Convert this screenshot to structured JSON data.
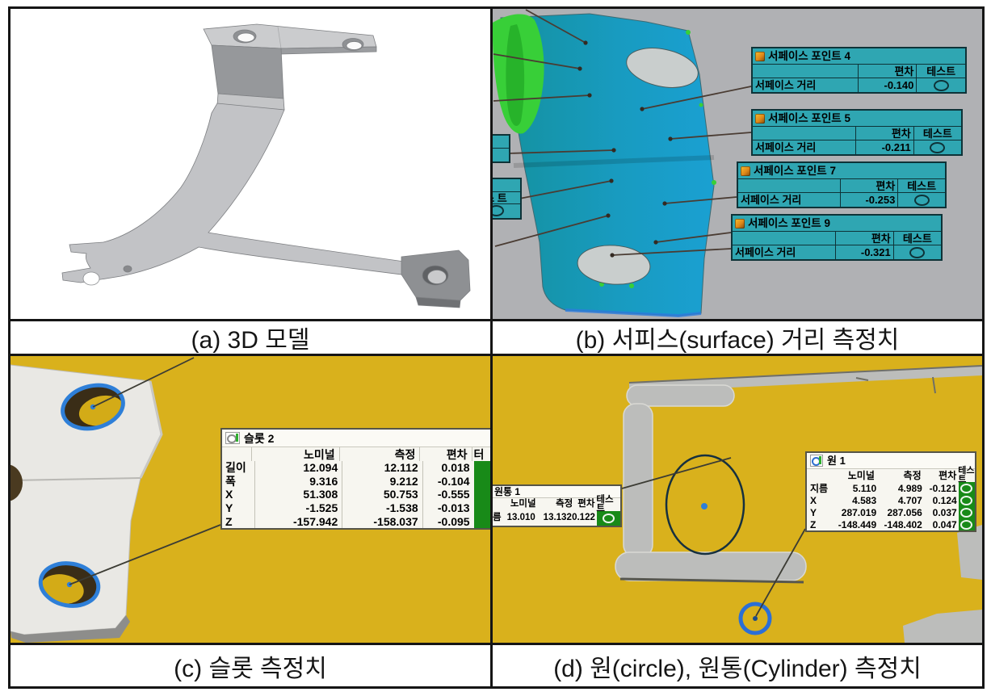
{
  "figure": {
    "captions": {
      "a": "(a) 3D 모델",
      "b": "(b) 서피스(surface) 거리 측정치",
      "c": "(c) 슬롯 측정치",
      "d": "(d) 원(circle), 원통(Cylinder) 측정치"
    }
  },
  "panel_b": {
    "callouts": [
      {
        "title": "서페이스 포인트 4",
        "col_deviation": "편차",
        "col_test": "테스트",
        "row_label": "서페이스 거리",
        "value": "-0.140",
        "test_symbol": "○"
      },
      {
        "title": "서페이스 포인트 5",
        "col_deviation": "편차",
        "col_test": "테스트",
        "row_label": "서페이스 거리",
        "value": "-0.211",
        "test_symbol": "○"
      },
      {
        "title": "서페이스 포인트 7",
        "col_deviation": "편차",
        "col_test": "테스트",
        "row_label": "서페이스 거리",
        "value": "-0.253",
        "test_symbol": "○"
      },
      {
        "title": "서페이스 포인트 9",
        "col_deviation": "편차",
        "col_test": "테스트",
        "row_label": "서페이스 거리",
        "value": "-0.321",
        "test_symbol": "○"
      }
    ],
    "partial_callouts": [
      {
        "fragment": "트"
      },
      {
        "fragment": "스 트"
      }
    ]
  },
  "panel_c": {
    "table": {
      "title": "슬롯 2",
      "col_nominal": "노미널",
      "col_measured": "측정",
      "col_deviation": "편차",
      "col_test_fragment": "터",
      "rows": [
        {
          "label": "길이",
          "nominal": "12.094",
          "measured": "12.112",
          "deviation": "0.018"
        },
        {
          "label": "폭",
          "nominal": "9.316",
          "measured": "9.212",
          "deviation": "-0.104"
        },
        {
          "label": "X",
          "nominal": "51.308",
          "measured": "50.753",
          "deviation": "-0.555"
        },
        {
          "label": "Y",
          "nominal": "-1.525",
          "measured": "-1.538",
          "deviation": "-0.013"
        },
        {
          "label": "Z",
          "nominal": "-157.942",
          "measured": "-158.037",
          "deviation": "-0.095"
        }
      ]
    }
  },
  "panel_d": {
    "cylinder_table": {
      "title": "원통 1",
      "col_nominal": "노미널",
      "col_measured": "측정",
      "col_deviation": "편차",
      "col_test": "테스트",
      "rows": [
        {
          "label": "름",
          "nominal": "13.010",
          "measured": "13.132",
          "deviation": "0.122",
          "test_symbol": "○"
        }
      ]
    },
    "circle_table": {
      "title": "원 1",
      "col_nominal": "노미널",
      "col_measured": "측정",
      "col_deviation": "편차",
      "col_test": "테스트",
      "rows": [
        {
          "label": "지름",
          "nominal": "5.110",
          "measured": "4.989",
          "deviation": "-0.121",
          "test_symbol": "○"
        },
        {
          "label": "X",
          "nominal": "4.583",
          "measured": "4.707",
          "deviation": "0.124",
          "test_symbol": "○"
        },
        {
          "label": "Y",
          "nominal": "287.019",
          "measured": "287.056",
          "deviation": "0.037",
          "test_symbol": "○"
        },
        {
          "label": "Z",
          "nominal": "-148.449",
          "measured": "-148.402",
          "deviation": "0.047",
          "test_symbol": "○"
        }
      ]
    }
  },
  "colors": {
    "pass_green": "#188a18",
    "callout_cyan": "#2fa6b2",
    "cad_yellow": "#d9b11c",
    "highlight_blue": "#2b6fd6",
    "mesh_teal": "#1698ae",
    "mesh_blue": "#1aa0d2",
    "deviation_green": "#38cf38",
    "viewport_gray": "#b0b1b4"
  },
  "icons": {
    "callout_title": "surface-point-tool-icon",
    "slot_table": "slot-icon",
    "circle_table": "circle-icon"
  }
}
